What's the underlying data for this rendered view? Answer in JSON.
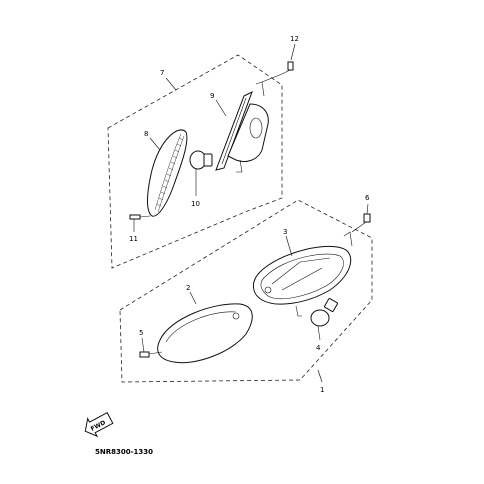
{
  "diagram": {
    "callouts": [
      {
        "id": "1",
        "label": "1"
      },
      {
        "id": "2",
        "label": "2"
      },
      {
        "id": "3",
        "label": "3"
      },
      {
        "id": "4",
        "label": "4"
      },
      {
        "id": "5",
        "label": "5"
      },
      {
        "id": "6",
        "label": "6"
      },
      {
        "id": "7",
        "label": "7"
      },
      {
        "id": "8",
        "label": "8"
      },
      {
        "id": "9",
        "label": "9"
      },
      {
        "id": "10",
        "label": "10"
      },
      {
        "id": "11",
        "label": "11"
      },
      {
        "id": "12",
        "label": "12"
      }
    ],
    "direction_badge": "FWD",
    "diagram_code": "5NR8300-1330"
  }
}
